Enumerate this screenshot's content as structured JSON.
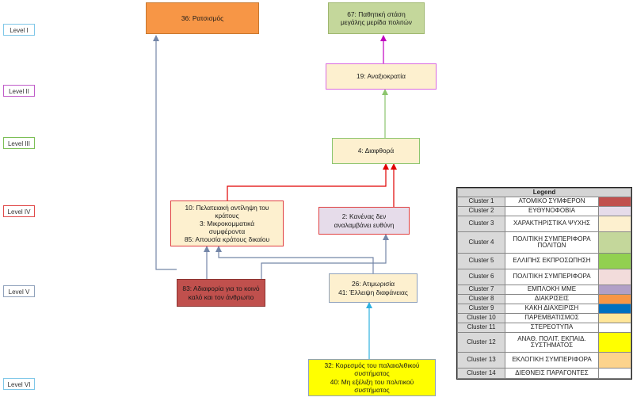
{
  "levels": [
    "Level I",
    "Level II",
    "Level III",
    "Level IV",
    "Level V",
    "Level VI"
  ],
  "nodes": {
    "racism": {
      "lines": [
        "36: Ρατσισμός"
      ]
    },
    "passive": {
      "lines": [
        "67: Παθητική στάση",
        "μεγάλης μερίδα πολιτών"
      ]
    },
    "meritocracy": {
      "lines": [
        "19: Αναξιοκρατία"
      ]
    },
    "corruption": {
      "lines": [
        "4: Διαφθορά"
      ]
    },
    "clientelism": {
      "lines": [
        "10: Πελατειακή αντίληψη του",
        "κράτους",
        "3: Μικροκομματικά",
        "συμφέροντα",
        "85: Απουσία κράτους δικαίου"
      ]
    },
    "nobody": {
      "lines": [
        "2: Κανένας δεν",
        "αναλαμβάνει ευθύνη"
      ]
    },
    "indifference": {
      "lines": [
        "83: Αδιαφορία για το κοινό",
        "καλό και τον άνθρωπο"
      ]
    },
    "impunity": {
      "lines": [
        "26: Ατιμωρισία",
        "41: Έλλειψη διαφάνειας"
      ]
    },
    "satiety": {
      "lines": [
        "32: Κορεσμός του παλαιολιθικού",
        "συστήματος",
        "40: Μη εξέλιξη του πολιτικού",
        "συστήματος"
      ]
    }
  },
  "legend": {
    "title": "Legend",
    "rows": [
      {
        "cluster": "Cluster 1",
        "name": "ΑΤΟΜΙΚΟ ΣΥΜΦΕΡΟΝ",
        "color": "#c0504d"
      },
      {
        "cluster": "Cluster 2",
        "name": "ΕΥΘΥΝΟΦΟΒΙΑ",
        "color": "#e6dcea"
      },
      {
        "cluster": "Cluster 3",
        "name": "ΧΑΡΑΚΤΗΡΙΣΤΙΚΑ ΨΥΧΗΣ",
        "color": "#fdf0cf"
      },
      {
        "cluster": "Cluster 4",
        "name": "ΠΟΛΙΤΙΚΗ ΣΥΜΠΕΡΙΦΟΡΑ ΠΟΛΙΤΩΝ",
        "color": "#c4d79b"
      },
      {
        "cluster": "Cluster 5",
        "name": "ΕΛΛΙΠΗΣ ΕΚΠΡΟΣΩΠΗΣΗ",
        "color": "#92d050"
      },
      {
        "cluster": "Cluster 6",
        "name": "ΠΟΛΙΤΙΚΗ ΣΥΜΠΕΡΙΦΟΡΑ",
        "color": "#f2dcdb"
      },
      {
        "cluster": "Cluster 7",
        "name": "ΕΜΠΛΟΚΗ ΜΜΕ",
        "color": "#b1a0c7"
      },
      {
        "cluster": "Cluster 8",
        "name": "ΔΙΑΚΡΙΣΕΙΣ",
        "color": "#f79646"
      },
      {
        "cluster": "Cluster 9",
        "name": "ΚΑΚΗ ΔΙΑΧΕΙΡΙΣΗ",
        "color": "#0070c0"
      },
      {
        "cluster": "Cluster 10",
        "name": "ΠΑΡΕΜΒΑΤΙΣΜΟΣ",
        "color": "#ffe699"
      },
      {
        "cluster": "Cluster 11",
        "name": "ΣΤΕΡΕΟΤΥΠΑ",
        "color": "#ffffff"
      },
      {
        "cluster": "Cluster 12",
        "name": "ΑΝΑΘ. ΠΟΛΙΤ. ΕΚΠΑΙΔ. ΣΥΣΤΗΜΑΤΟΣ",
        "color": "#ffff00"
      },
      {
        "cluster": "Cluster 13",
        "name": "ΕΚΛΟΓΙΚΗ ΣΥΜΠΕΡΙΦΟΡΑ",
        "color": "#fcd38c"
      },
      {
        "cluster": "Cluster 14",
        "name": "ΔΙΕΘΝΕΙΣ ΠΑΡΑΓΟΝΤΕΣ",
        "color": "#ffffff"
      }
    ]
  }
}
